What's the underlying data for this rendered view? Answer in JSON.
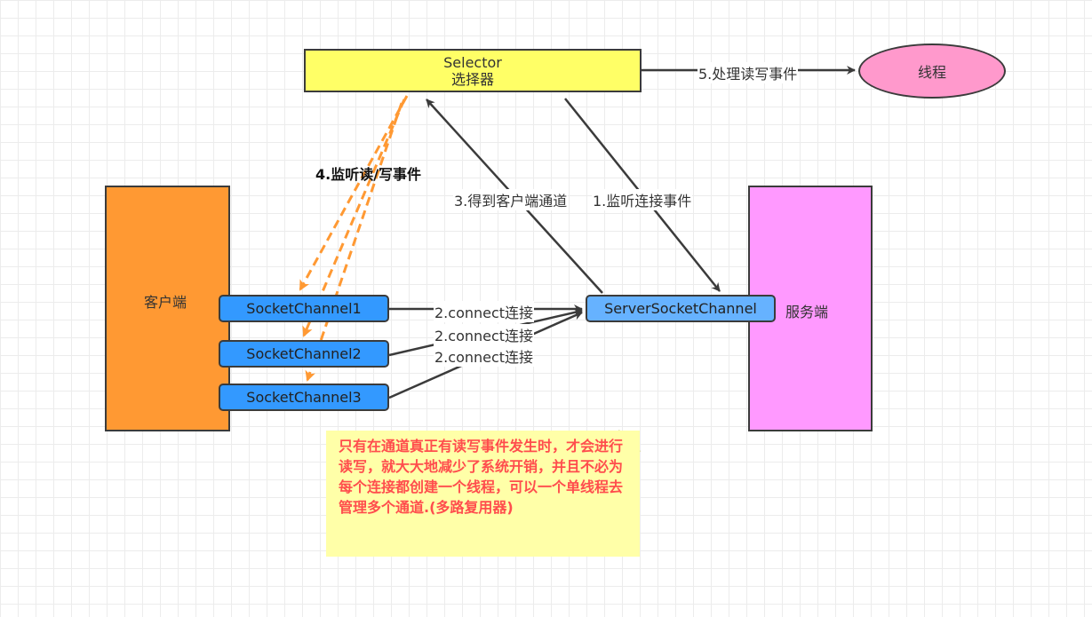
{
  "selector": {
    "line1": "Selector",
    "line2": "选择器"
  },
  "client": {
    "label": "客户端"
  },
  "server": {
    "label": "服务端"
  },
  "thread": {
    "label": "线程"
  },
  "channels": [
    "SocketChannel1",
    "SocketChannel2",
    "SocketChannel3"
  ],
  "server_channel": "ServerSocketChannel",
  "edge_labels": {
    "process_events": "5.处理读写事件",
    "listen_rw": "4.监听读/写事件",
    "get_channel": "3.得到客户端通道",
    "listen_connect": "1.监听连接事件",
    "connect_1": "2.connect连接",
    "connect_2": "2.connect连接",
    "connect_3": "2.connect连接"
  },
  "note": "只有在通道真正有读写事件发生时，才会进行读写，就大大地减少了系统开销，并且不必为每个连接都创建一个线程，可以一个单线程去管理多个通道.(多路复用器)",
  "colors": {
    "selector": "#ffff66",
    "client": "#ff9933",
    "server": "#ff99ff",
    "channel": "#3399ff",
    "thread": "#ff99cc",
    "note_bg": "#ffffa8",
    "note_text": "#ff4d4d",
    "dashed_arrow": "#ff9933"
  }
}
